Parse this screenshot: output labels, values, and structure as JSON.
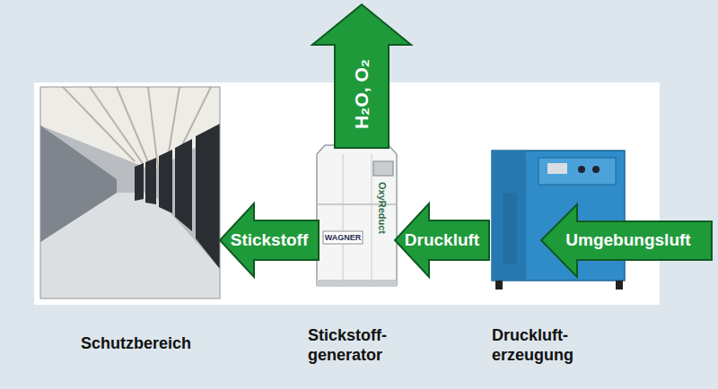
{
  "diagram": {
    "nodes": [
      {
        "text": [
          "Schutzbereich"
        ]
      },
      {
        "text": [
          "Stickstoff- generator"
        ]
      },
      {
        "text": [
          "Druckluft- erzeugung"
        ]
      }
    ],
    "edges": [
      {
        "from": 2,
        "to": 1,
        "arrow": "to",
        "label": "Druckluft"
      },
      {
        "from": 1,
        "to": 0,
        "arrow": "to",
        "label": "Stickstoff"
      }
    ],
    "labels": [
      "Umgebungsluft",
      "H₂O, O₂",
      "OxyReduct",
      "WAGNER"
    ]
  }
}
